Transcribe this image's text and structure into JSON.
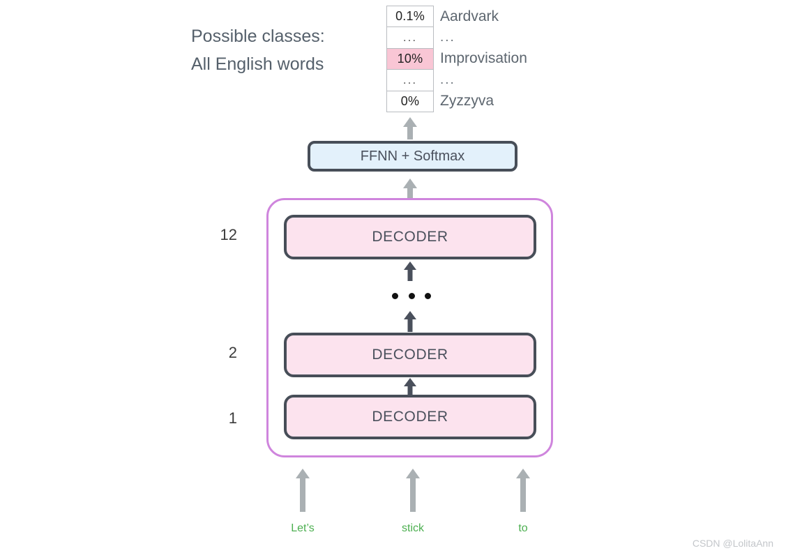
{
  "caption": {
    "line1": "Possible classes:",
    "line2": "All English words"
  },
  "output_table": {
    "rows": [
      {
        "value": "0.1%",
        "label": "Aardvark",
        "highlighted": false
      },
      {
        "value": "...",
        "label": "...",
        "highlighted": false
      },
      {
        "value": "10%",
        "label": "Improvisation",
        "highlighted": true
      },
      {
        "value": "...",
        "label": "...",
        "highlighted": false
      },
      {
        "value": "0%",
        "label": "Zyzzyva",
        "highlighted": false
      }
    ],
    "highlight_color": "#f9c6d5"
  },
  "ffnn": {
    "label": "FFNN + Softmax",
    "fill_color": "#e3f1fb",
    "border_color": "#474e58"
  },
  "stack": {
    "border_color": "#cf85dd",
    "decoders": [
      {
        "layer": "12",
        "label": "DECODER"
      },
      {
        "layer": "2",
        "label": "DECODER"
      },
      {
        "layer": "1",
        "label": "DECODER"
      }
    ],
    "ellipsis_dots": 3,
    "decoder_fill_color": "#fce3ee",
    "decoder_border_color": "#474e58"
  },
  "inputs": {
    "tokens": [
      "Let’s",
      "stick",
      "to"
    ],
    "color": "#4caf50"
  },
  "arrows": {
    "light_color": "#aab0b3",
    "dark_color": "#4a505c"
  },
  "watermark": "CSDN @LolitaAnn"
}
